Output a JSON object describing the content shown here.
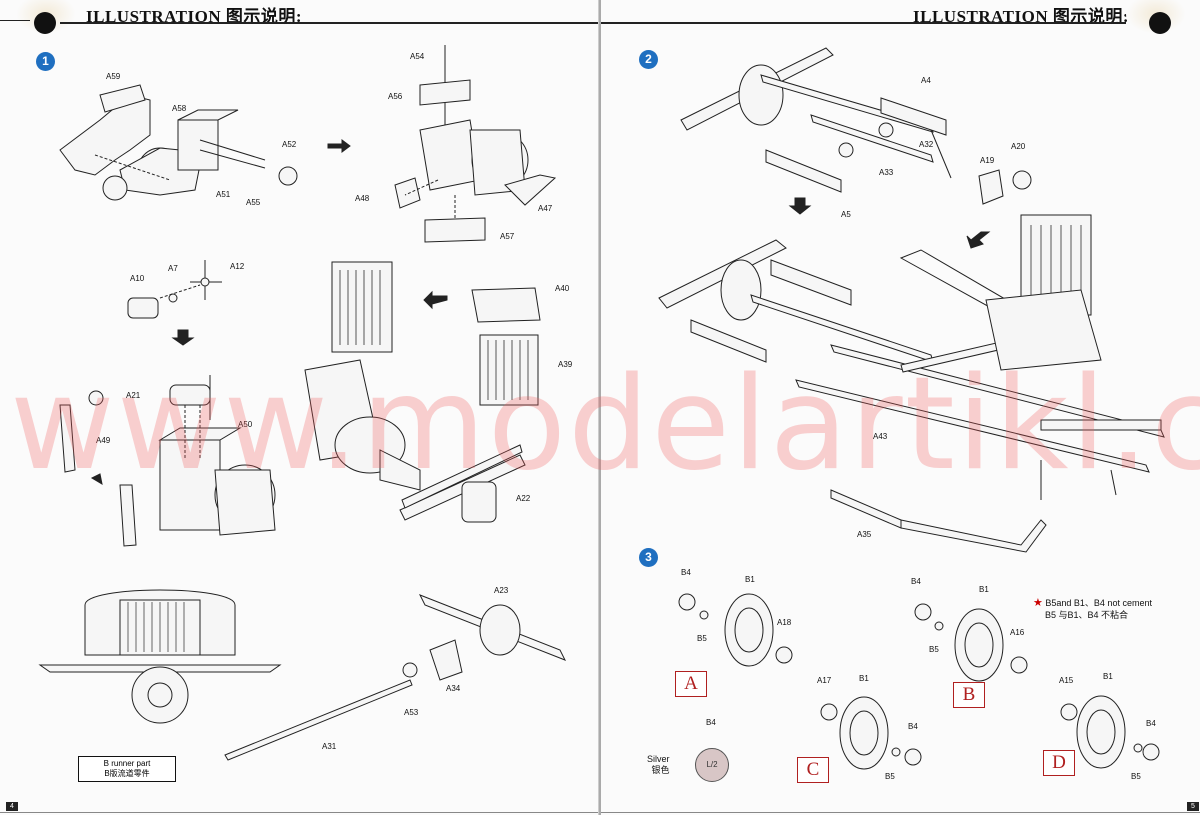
{
  "header": {
    "left_title": "ILLUSTRATION 图示说明:",
    "right_title": "ILLUSTRATION 图示说明:"
  },
  "steps": {
    "s1": "1",
    "s2": "2",
    "s3": "3"
  },
  "watermark": "www.modelartikl.cz",
  "left_labels": {
    "A59": "A59",
    "A58": "A58",
    "A52": "A52",
    "A51": "A51",
    "A55": "A55",
    "A54": "A54",
    "A56": "A56",
    "A48": "A48",
    "A47": "A47",
    "A57": "A57",
    "A10": "A10",
    "A7": "A7",
    "A12": "A12",
    "A21": "A21",
    "A49": "A49",
    "A50": "A50",
    "A40": "A40",
    "A39": "A39",
    "A22": "A22",
    "A23": "A23",
    "A53": "A53",
    "A34": "A34",
    "A31": "A31"
  },
  "runner_note": {
    "en": "B runner part",
    "zh": "B版流道零件"
  },
  "right_labels": {
    "A4": "A4",
    "A32": "A32",
    "A33": "A33",
    "A5": "A5",
    "A19": "A19",
    "A20": "A20",
    "A43": "A43",
    "A35": "A35",
    "B4a": "B4",
    "B1a": "B1",
    "B5a": "B5",
    "A18": "A18",
    "B4b": "B4",
    "B1b": "B1",
    "B5b": "B5",
    "A16": "A16",
    "A17": "A17",
    "B1c": "B1",
    "B4c": "B4",
    "B5c": "B5",
    "A15": "A15",
    "B1d": "B1",
    "B4d": "B4",
    "B5d": "B5",
    "B4e": "B4"
  },
  "variants": {
    "a": "A",
    "b": "B",
    "c": "C",
    "d": "D"
  },
  "cement_note": {
    "line1": "B5and B1、B4 not cement",
    "line2": "B5 与B1、B4 不粘合"
  },
  "silver": {
    "en": "Silver",
    "zh": "银色",
    "code": "L/2"
  },
  "page_numbers": {
    "left": "4",
    "right": "5"
  }
}
